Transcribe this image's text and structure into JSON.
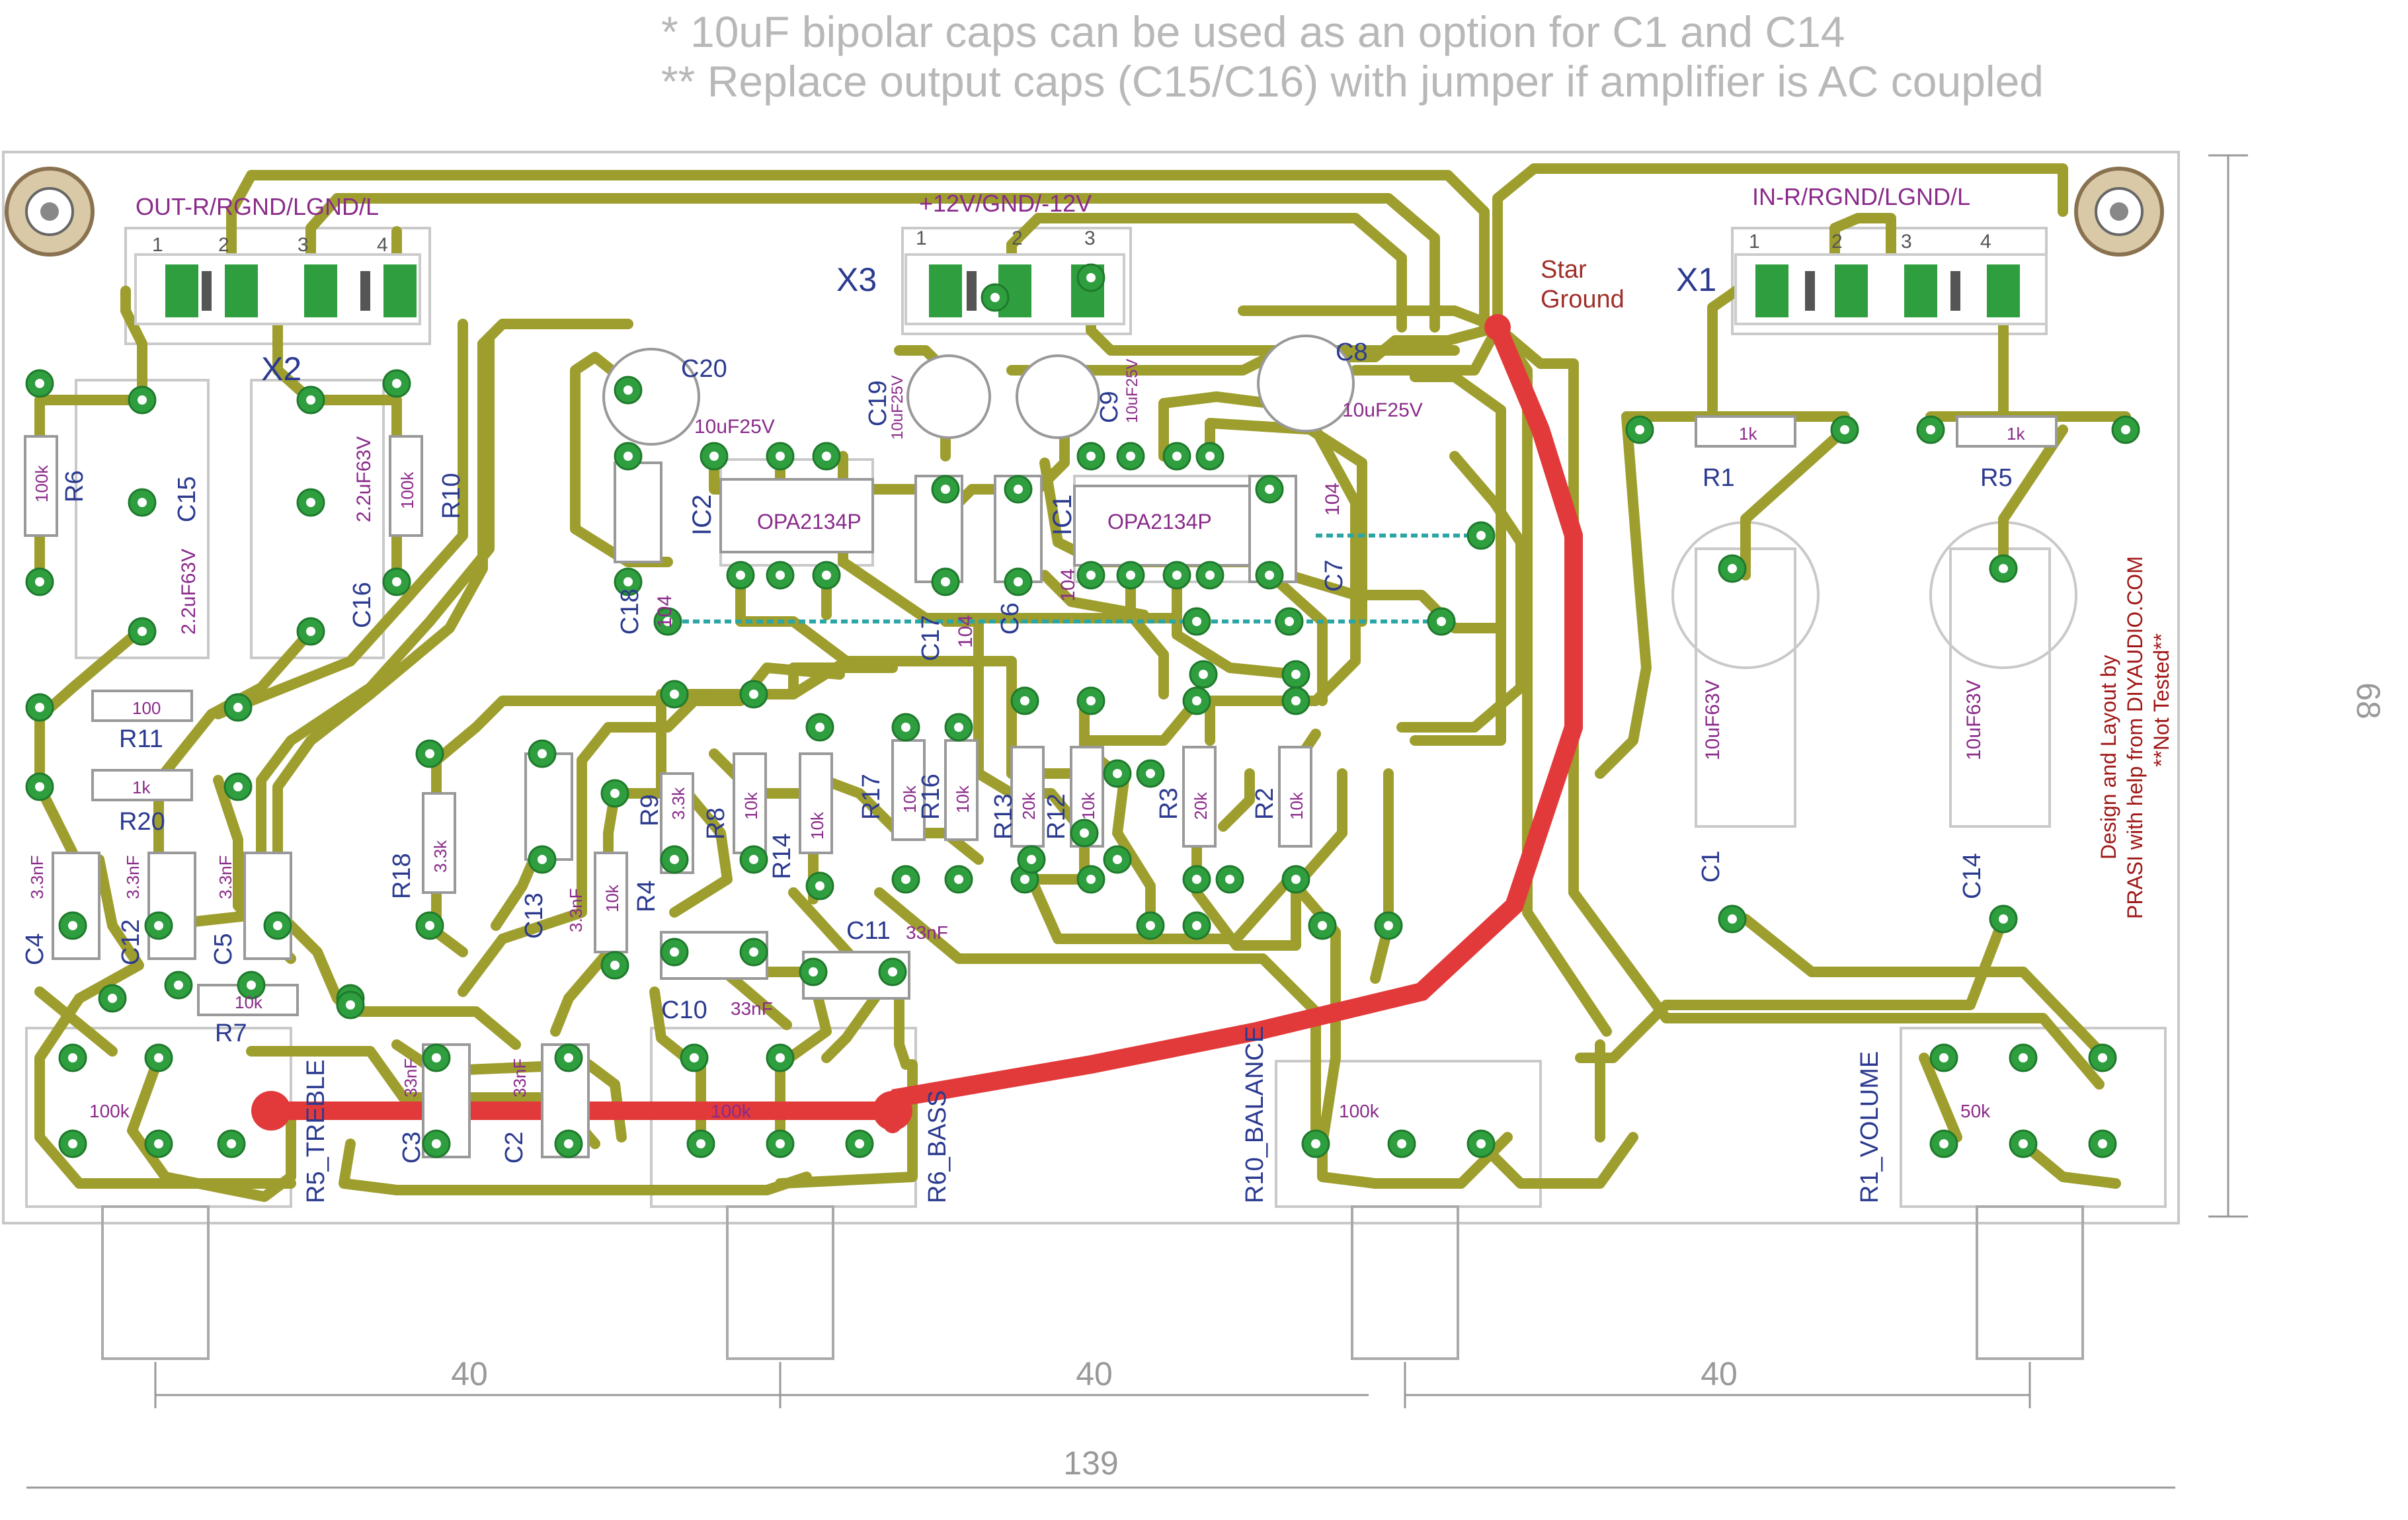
{
  "notes": {
    "line1": "* 10uF bipolar  caps can be used as an option for C1 and C14",
    "line2": "** Replace output caps (C15/C16) with jumper if amplifier is AC coupled"
  },
  "connectors": {
    "out": {
      "ref": "X2",
      "label": "OUT-R/RGND/LGND/L",
      "pins": [
        "1",
        "2",
        "3",
        "4"
      ]
    },
    "power": {
      "ref": "X3",
      "label": "+12V/GND/-12V",
      "pins": [
        "1",
        "2",
        "3"
      ]
    },
    "in": {
      "ref": "X1",
      "label": "IN-R/RGND/LGND/L",
      "pins": [
        "1",
        "2",
        "3",
        "4"
      ]
    }
  },
  "star_ground": {
    "line1": "Star",
    "line2": "Ground"
  },
  "credit": {
    "line1": "Design and Layout by",
    "line2": "PRASI with help from DIYAUDIO.COM",
    "line3": "**Not Tested**"
  },
  "ics": [
    {
      "ref": "IC2",
      "part": "OPA2134P"
    },
    {
      "ref": "IC1",
      "part": "OPA2134P"
    }
  ],
  "electrolytics": [
    {
      "ref": "C20",
      "value": "10uF25V"
    },
    {
      "ref": "C19",
      "value": "10uF25V"
    },
    {
      "ref": "C9",
      "value": "10uF25V"
    },
    {
      "ref": "C8",
      "value": "10uF25V"
    }
  ],
  "film_caps": [
    {
      "ref": "C15",
      "value": "2.2uF63V"
    },
    {
      "ref": "C16",
      "value": "2.2uF63V"
    },
    {
      "ref": "C1",
      "value": "10uF63V"
    },
    {
      "ref": "C14",
      "value": "10uF63V"
    }
  ],
  "ceramic_caps": [
    {
      "ref": "C18",
      "value": "104"
    },
    {
      "ref": "C17",
      "value": "104"
    },
    {
      "ref": "C6",
      "value": "104"
    },
    {
      "ref": "C7",
      "value": "104"
    },
    {
      "ref": "C4",
      "value": "3.3nF"
    },
    {
      "ref": "C12",
      "value": "3.3nF"
    },
    {
      "ref": "C5",
      "value": "3.3nF"
    },
    {
      "ref": "C13",
      "value": "3.3nF"
    },
    {
      "ref": "C11",
      "value": "33nF"
    },
    {
      "ref": "C10",
      "value": "33nF"
    },
    {
      "ref": "C3",
      "value": "33nF"
    },
    {
      "ref": "C2",
      "value": "33nF"
    }
  ],
  "resistors": [
    {
      "ref": "R6",
      "value": "100k"
    },
    {
      "ref": "R10",
      "value": "100k"
    },
    {
      "ref": "R11",
      "value": "100"
    },
    {
      "ref": "R20",
      "value": "1k"
    },
    {
      "ref": "R7",
      "value": "10k"
    },
    {
      "ref": "R18",
      "value": "3.3k"
    },
    {
      "ref": "R9",
      "value": "3.3k"
    },
    {
      "ref": "R8",
      "value": "10k"
    },
    {
      "ref": "R4",
      "value": "10k"
    },
    {
      "ref": "R14",
      "value": "10k"
    },
    {
      "ref": "R17",
      "value": "10k"
    },
    {
      "ref": "R16",
      "value": "10k"
    },
    {
      "ref": "R13",
      "value": "20k"
    },
    {
      "ref": "R12",
      "value": "10k"
    },
    {
      "ref": "R3",
      "value": "20k"
    },
    {
      "ref": "R2",
      "value": "10k"
    },
    {
      "ref": "R1",
      "value": "1k"
    },
    {
      "ref": "R5",
      "value": "1k"
    }
  ],
  "pots": [
    {
      "ref": "R5_TREBLE",
      "value": "100k"
    },
    {
      "ref": "R6_BASS",
      "value": "100k"
    },
    {
      "ref": "R10_BALANCE",
      "value": "100k"
    },
    {
      "ref": "R1_VOLUME",
      "value": "50k"
    }
  ],
  "dimensions": {
    "pot_spacing": [
      "40",
      "40",
      "40"
    ],
    "width": "139",
    "height": "68"
  },
  "colors": {
    "trace": "#9e9e2e",
    "pad": "#2e9e3e",
    "ground_wire": "#e23a3a",
    "label": "#8a2b8a",
    "ref": "#2b3a8f",
    "dimension": "#999999",
    "credit": "#a01818"
  }
}
